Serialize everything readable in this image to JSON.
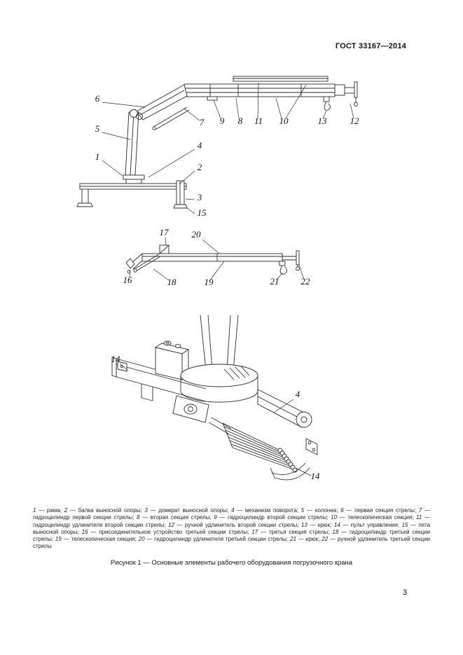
{
  "header": {
    "doc_number": "ГОСТ 33167—2014"
  },
  "figure": {
    "caption": "Рисунок 1 — Основные элементы рабочего оборудования погрузочного крана",
    "d1": {
      "n1": "1",
      "n2": "2",
      "n3": "3",
      "n4": "4",
      "n5": "5",
      "n6": "6",
      "n7": "7",
      "n8": "8",
      "n9": "9",
      "n10": "10",
      "n11": "11",
      "n12": "12",
      "n13": "13",
      "n15": "15"
    },
    "d2": {
      "n16": "16",
      "n17": "17",
      "n18": "18",
      "n19": "19",
      "n20": "20",
      "n21": "21",
      "n22": "22"
    },
    "d3": {
      "n4": "4",
      "n14_top": "14",
      "n14_bottom": "14"
    }
  },
  "legend": {
    "items": [
      {
        "n": "1",
        "text": "рама"
      },
      {
        "n": "2",
        "text": "балка выносной опоры"
      },
      {
        "n": "3",
        "text": "домкрат выносной опоры"
      },
      {
        "n": "4",
        "text": "механизм поворота"
      },
      {
        "n": "5",
        "text": "колонна"
      },
      {
        "n": "6",
        "text": "первая секция стрелы"
      },
      {
        "n": "7",
        "text": "гидроцилиндр первой секции стрелы"
      },
      {
        "n": "8",
        "text": "вторая секция стрелы"
      },
      {
        "n": "9",
        "text": "гидроцилиндр второй секции стрелы"
      },
      {
        "n": "10",
        "text": "телескопическая секция"
      },
      {
        "n": "11",
        "text": "гидроцилиндр удлинителя второй секции стрелы"
      },
      {
        "n": "12",
        "text": "ручной удлинитель второй секции стрелы"
      },
      {
        "n": "13",
        "text": "крюк"
      },
      {
        "n": "14",
        "text": "пульт управления"
      },
      {
        "n": "15",
        "text": "пята выносной опоры"
      },
      {
        "n": "16",
        "text": "присоединительное устройство третьей секции стрелы"
      },
      {
        "n": "17",
        "text": "третья секция стрелы"
      },
      {
        "n": "18",
        "text": "гидроцилиндр третьей секции стрелы"
      },
      {
        "n": "19",
        "text": "телескопическая секция"
      },
      {
        "n": "20",
        "text": "гидроцилиндр удлинителя третьей секции стрелы"
      },
      {
        "n": "21",
        "text": "крюк"
      },
      {
        "n": "22",
        "text": "ручной удлинитель третьей секции стрелы"
      }
    ]
  },
  "page_number": "3"
}
